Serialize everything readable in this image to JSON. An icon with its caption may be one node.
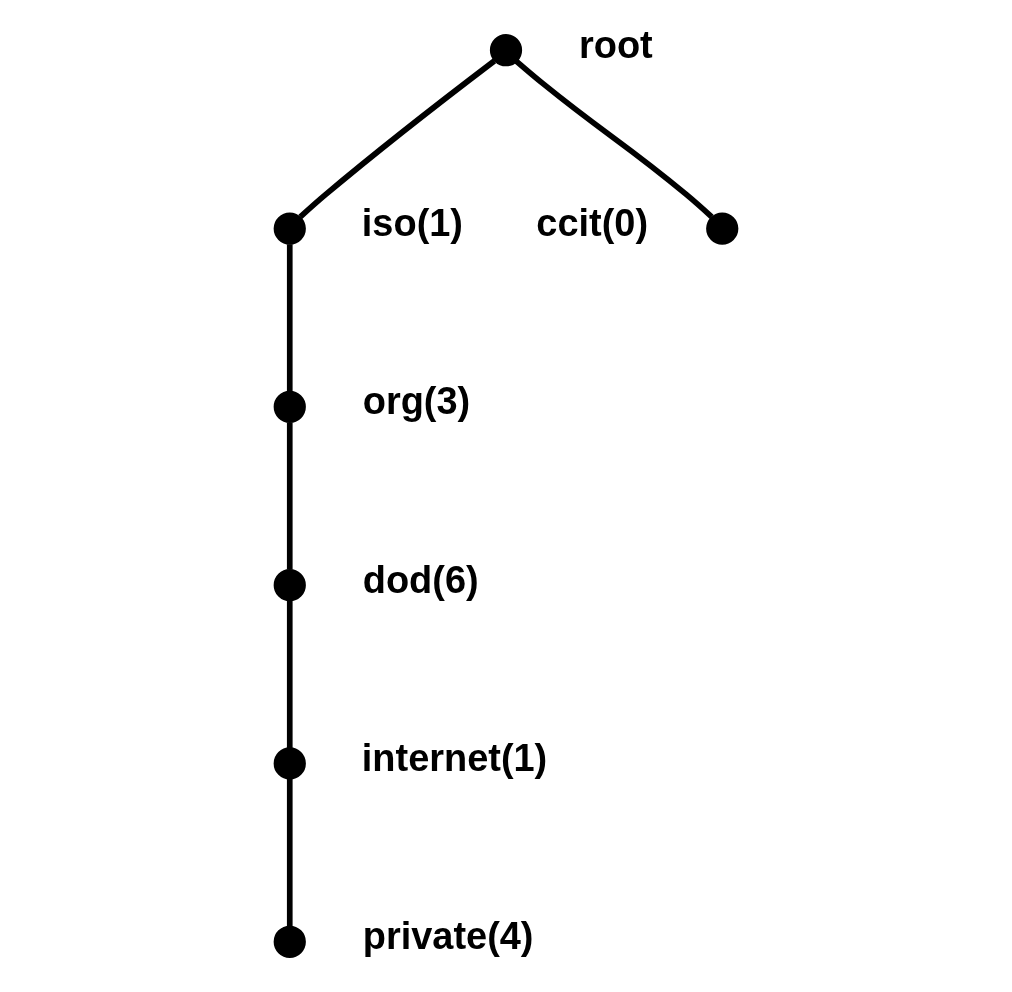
{
  "diagram": {
    "nodes": [
      {
        "text": [],
        "shape": "circle",
        "beside": [
          "root"
        ]
      },
      {
        "text": [],
        "shape": "circle",
        "beside": [
          "ccit(0)"
        ]
      },
      {
        "text": [],
        "shape": "circle",
        "beside": [
          "iso(1)"
        ]
      },
      {
        "text": [],
        "shape": "circle",
        "beside": [
          "org(3)"
        ]
      },
      {
        "text": [],
        "shape": "circle",
        "beside": [
          "dod(6)"
        ]
      },
      {
        "text": [],
        "shape": "circle",
        "beside": [
          "internet(1)"
        ]
      },
      {
        "text": [],
        "shape": "circle",
        "beside": [
          "private(4)"
        ]
      }
    ],
    "edges": [
      {
        "from": 0,
        "to": 1,
        "arrow": "none"
      },
      {
        "from": 0,
        "to": 2,
        "arrow": "none"
      },
      {
        "from": 2,
        "to": 3,
        "arrow": "none"
      },
      {
        "from": 3,
        "to": 4,
        "arrow": "none"
      },
      {
        "from": 4,
        "to": 5,
        "arrow": "none"
      },
      {
        "from": 5,
        "to": 6,
        "arrow": "none"
      }
    ]
  }
}
